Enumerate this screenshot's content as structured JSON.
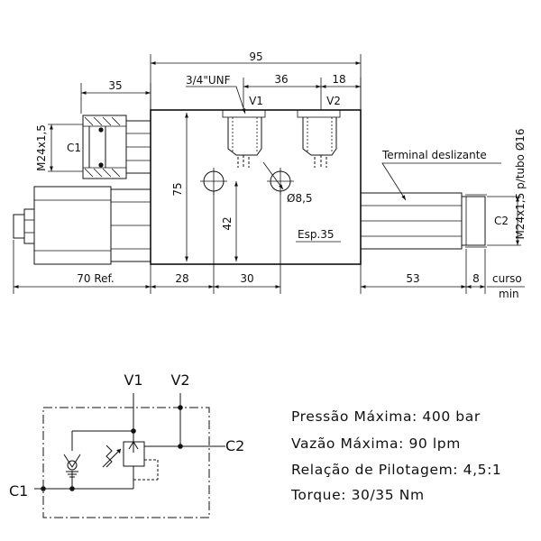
{
  "drawing": {
    "dimensions": {
      "overall_width": "95",
      "thread_label": "3/4\"UNF",
      "v1_v2_spacing": "36",
      "v2_offset": "18",
      "c1_fitting": "35",
      "c1_thread": "M24x1,5",
      "height": "75",
      "port_height": "42",
      "hole": "Ø8,5",
      "thickness": "Esp.35",
      "ref_length": "70 Ref.",
      "left_offset": "28",
      "hole_spacing": "30",
      "terminal_length": "53",
      "stroke_length": "8",
      "stroke_label_top": "curso",
      "stroke_label_bottom": "min",
      "c2_thread": "M24x1,5 p/tubo Ø16",
      "terminal_label": "Terminal deslizante"
    },
    "ports": {
      "v1": "V1",
      "v2": "V2",
      "c1": "C1",
      "c2": "C2"
    }
  },
  "schematic": {
    "v1": "V1",
    "v2": "V2",
    "c1": "C1",
    "c2": "C2"
  },
  "specs": [
    "Pressão Máxima: 400 bar",
    "Vazão Máxima: 90 lpm",
    "Relação de Pilotagem: 4,5:1",
    "Torque: 30/35 Nm"
  ]
}
